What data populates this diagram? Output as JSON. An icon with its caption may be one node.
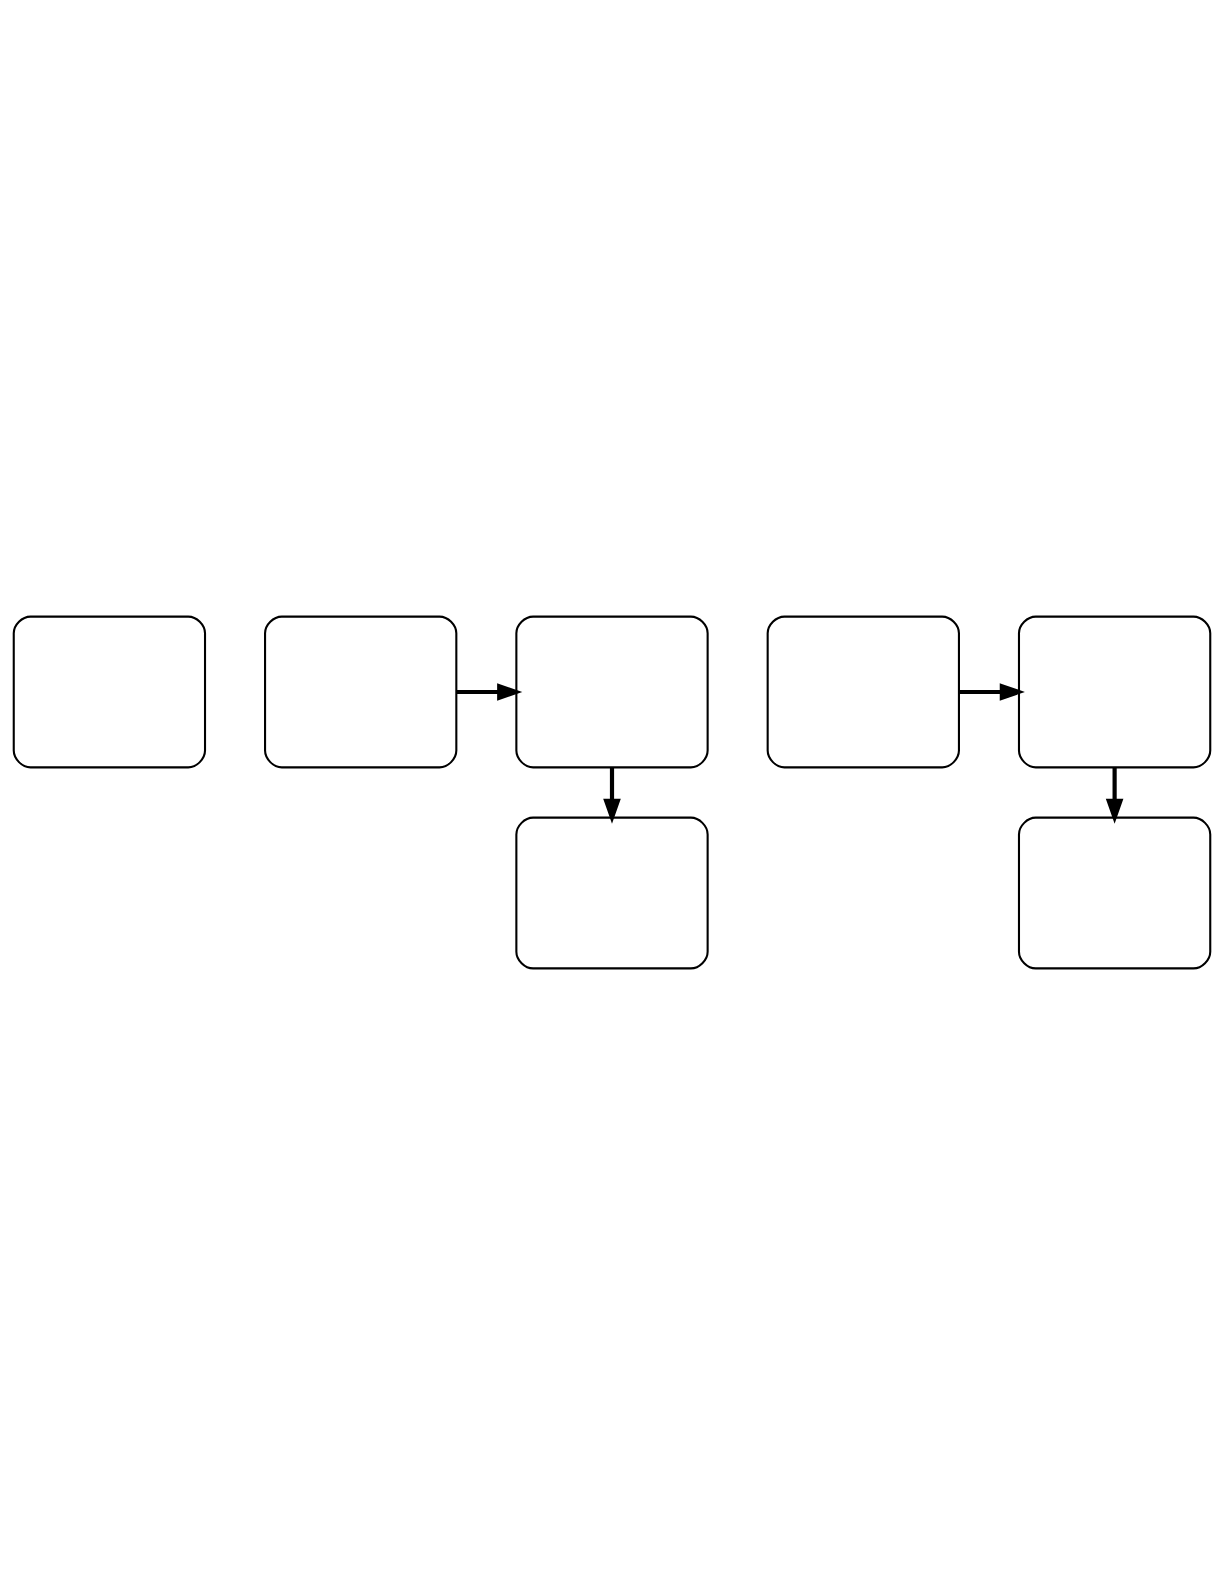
{
  "diagram": {
    "nodes": [
      {
        "text": [],
        "shape": "box"
      },
      {
        "text": [],
        "shape": "box"
      },
      {
        "text": [],
        "shape": "box"
      },
      {
        "text": [],
        "shape": "box"
      },
      {
        "text": [],
        "shape": "box"
      },
      {
        "text": [],
        "shape": "box"
      },
      {
        "text": [],
        "shape": "box"
      }
    ],
    "edges": [
      {
        "from": 1,
        "to": 2,
        "arrow": "to"
      },
      {
        "from": 2,
        "to": 3,
        "arrow": "to"
      },
      {
        "from": 4,
        "to": 5,
        "arrow": "to"
      },
      {
        "from": 5,
        "to": 6,
        "arrow": "to"
      }
    ]
  }
}
